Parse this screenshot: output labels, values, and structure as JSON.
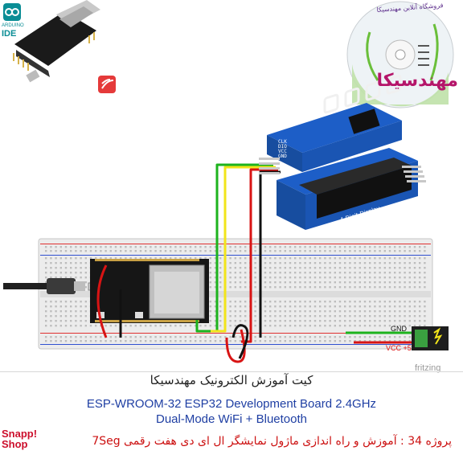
{
  "header": {
    "arduino_small": "ARDUINO",
    "ide": "IDE"
  },
  "cd": {
    "ring_text": "فروشگاه آنلاین مهندسیکا",
    "brand": "مهندسیکا"
  },
  "wiring": {
    "module_pins": [
      "CLK",
      "DIO",
      "VCC",
      "GND"
    ],
    "module_label": "4-Digit Display",
    "power_gnd": "GND",
    "power_vcc": "VCC +5"
  },
  "footer": {
    "watermark": "fritzing",
    "kit_title": "کیت آموزش الکترونیک مهندسیکا",
    "board_title": "ESP-WROOM-32 ESP32  Development Board 2.4GHz",
    "board_subtitle": "Dual-Mode WiFi + Bluetooth",
    "project_line": "پروژه 34 : آموزش و راه اندازی ماژول نمایشگر ال ای دی هفت رقمی 7Seg",
    "shop_logo_1": "Snapp!",
    "shop_logo_2": "Shop"
  },
  "colors": {
    "wire_green": "#1db31d",
    "wire_yellow": "#f2e41a",
    "wire_red": "#d81414",
    "wire_black": "#111111",
    "module_blue": "#1d5ec7",
    "title_blue": "#1f3fa3",
    "project_red": "#cc1111"
  }
}
